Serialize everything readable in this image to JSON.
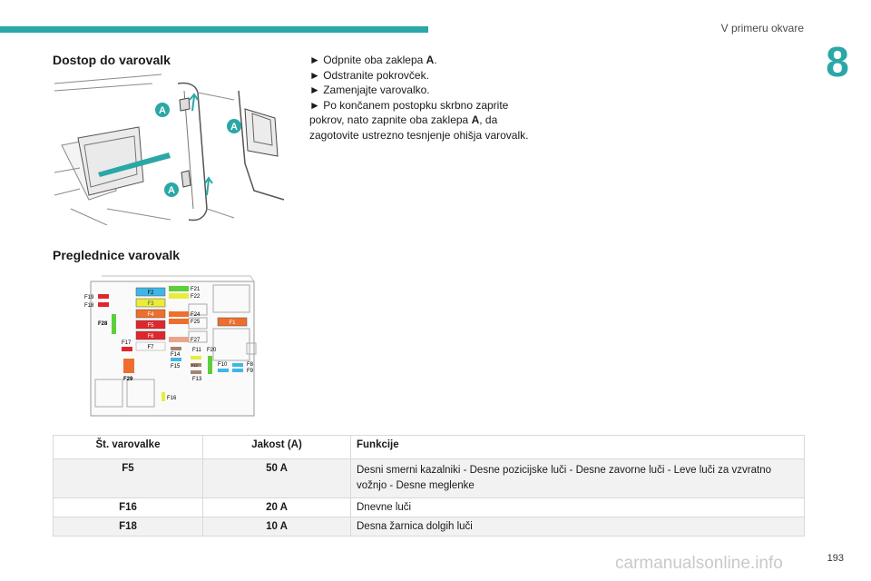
{
  "header": {
    "section_title": "V primeru okvare",
    "chapter_number": "8"
  },
  "section1": {
    "heading": "Dostop do varovalk",
    "steps": [
      {
        "bullet": "►",
        "text": " Odpnite oba zaklepa ",
        "bold": "A",
        "after": "."
      },
      {
        "bullet": "►",
        "text": " Odstranite pokrovček.",
        "bold": "",
        "after": ""
      },
      {
        "bullet": "►",
        "text": " Zamenjajte varovalko.",
        "bold": "",
        "after": ""
      },
      {
        "bullet": "►",
        "text": " Po končanem postopku skrbno zaprite pokrov, nato zapnite oba zaklepa ",
        "bold": "A",
        "after": ", da zagotovite ustrezno tesnjenje ohišja varovalk."
      }
    ],
    "figure_labels": [
      "A",
      "A",
      "A"
    ]
  },
  "section2": {
    "heading": "Preglednice varovalk",
    "fuse_labels": [
      "F2",
      "F3",
      "F4",
      "F5",
      "F6",
      "F7",
      "F17",
      "F19",
      "F18",
      "F28",
      "F29",
      "F21",
      "F22",
      "F24",
      "F25",
      "F27",
      "F14",
      "F15",
      "F11",
      "F20",
      "F12",
      "F13",
      "F10",
      "F8",
      "F9",
      "F1",
      "F16"
    ]
  },
  "table": {
    "headers": [
      "Št. varovalke",
      "Jakost (A)",
      "Funkcije"
    ],
    "rows": [
      {
        "fuse": "F5",
        "rating": "50 A",
        "function": "Desni smerni kazalniki - Desne pozicijske luči - Desne zavorne luči - Leve luči za vzvratno vožnjo - Desne meglenke"
      },
      {
        "fuse": "F16",
        "rating": "20 A",
        "function": "Dnevne luči"
      },
      {
        "fuse": "F18",
        "rating": "10 A",
        "function": "Desna žarnica dolgih luči"
      }
    ]
  },
  "footer": {
    "page_number": "193",
    "watermark": "carmanualsonline.info"
  },
  "colors": {
    "accent": "#2aa7a7",
    "fuse_blue": "#3fb7e6",
    "fuse_yellow": "#e9ec3a",
    "fuse_orange": "#ee6f2d",
    "fuse_red": "#e0262d",
    "fuse_green": "#5ccf3a",
    "fuse_salmon": "#eaa48d",
    "fuse_brown": "#a5836e"
  }
}
